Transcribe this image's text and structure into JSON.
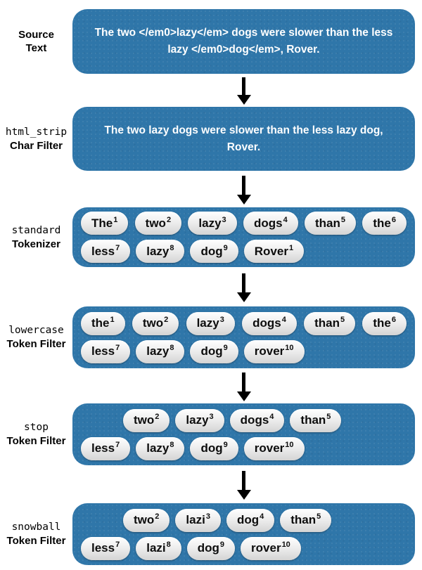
{
  "colors": {
    "box_blue": "#2f76a9",
    "page_bg": "#ffffff",
    "arrow_black": "#000000",
    "box_text": "#ffffff",
    "label_text": "#000000",
    "pill_top": "#ffffff",
    "pill_bottom": "#d4d4d4"
  },
  "stages": [
    {
      "name": "source-text",
      "label_line1": "Source",
      "label_line2": "Text",
      "text_line1": "The two </em0>lazy</em> dogs were slower than the less",
      "text_line2": "lazy </em0>dog</em>, Rover."
    },
    {
      "name": "html-strip-char-filter",
      "label_line1": "html_strip",
      "label_line2": "Char Filter",
      "text_line1": "The two lazy dogs were slower than the less lazy dog,",
      "text_line2": "Rover."
    },
    {
      "name": "standard-tokenizer",
      "label_line1": "standard",
      "label_line2": "Tokenizer",
      "rows": [
        [
          [
            "The",
            "1"
          ],
          [
            "two",
            "2"
          ],
          [
            "lazy",
            "3"
          ],
          [
            "dogs",
            "4"
          ],
          [
            "than",
            "5"
          ],
          [
            "the",
            "6"
          ]
        ],
        [
          [
            "less",
            "7"
          ],
          [
            "lazy",
            "8"
          ],
          [
            "dog",
            "9"
          ],
          [
            "Rover",
            "1"
          ]
        ]
      ]
    },
    {
      "name": "lowercase-token-filter",
      "label_line1": "lowercase",
      "label_line2": "Token Filter",
      "rows": [
        [
          [
            "the",
            "1"
          ],
          [
            "two",
            "2"
          ],
          [
            "lazy",
            "3"
          ],
          [
            "dogs",
            "4"
          ],
          [
            "than",
            "5"
          ],
          [
            "the",
            "6"
          ]
        ],
        [
          [
            "less",
            "7"
          ],
          [
            "lazy",
            "8"
          ],
          [
            "dog",
            "9"
          ],
          [
            "rover",
            "10"
          ]
        ]
      ]
    },
    {
      "name": "stop-token-filter",
      "label_line1": "stop",
      "label_line2": "Token Filter",
      "rows": [
        [
          [
            "two",
            "2"
          ],
          [
            "lazy",
            "3"
          ],
          [
            "dogs",
            "4"
          ],
          [
            "than",
            "5"
          ]
        ],
        [
          [
            "less",
            "7"
          ],
          [
            "lazy",
            "8"
          ],
          [
            "dog",
            "9"
          ],
          [
            "rover",
            "10"
          ]
        ]
      ]
    },
    {
      "name": "snowball-token-filter",
      "label_line1": "snowball",
      "label_line2": "Token Filter",
      "rows": [
        [
          [
            "two",
            "2"
          ],
          [
            "lazi",
            "3"
          ],
          [
            "dog",
            "4"
          ],
          [
            "than",
            "5"
          ]
        ],
        [
          [
            "less",
            "7"
          ],
          [
            "lazi",
            "8"
          ],
          [
            "dog",
            "9"
          ],
          [
            "rover",
            "10"
          ]
        ]
      ]
    }
  ]
}
